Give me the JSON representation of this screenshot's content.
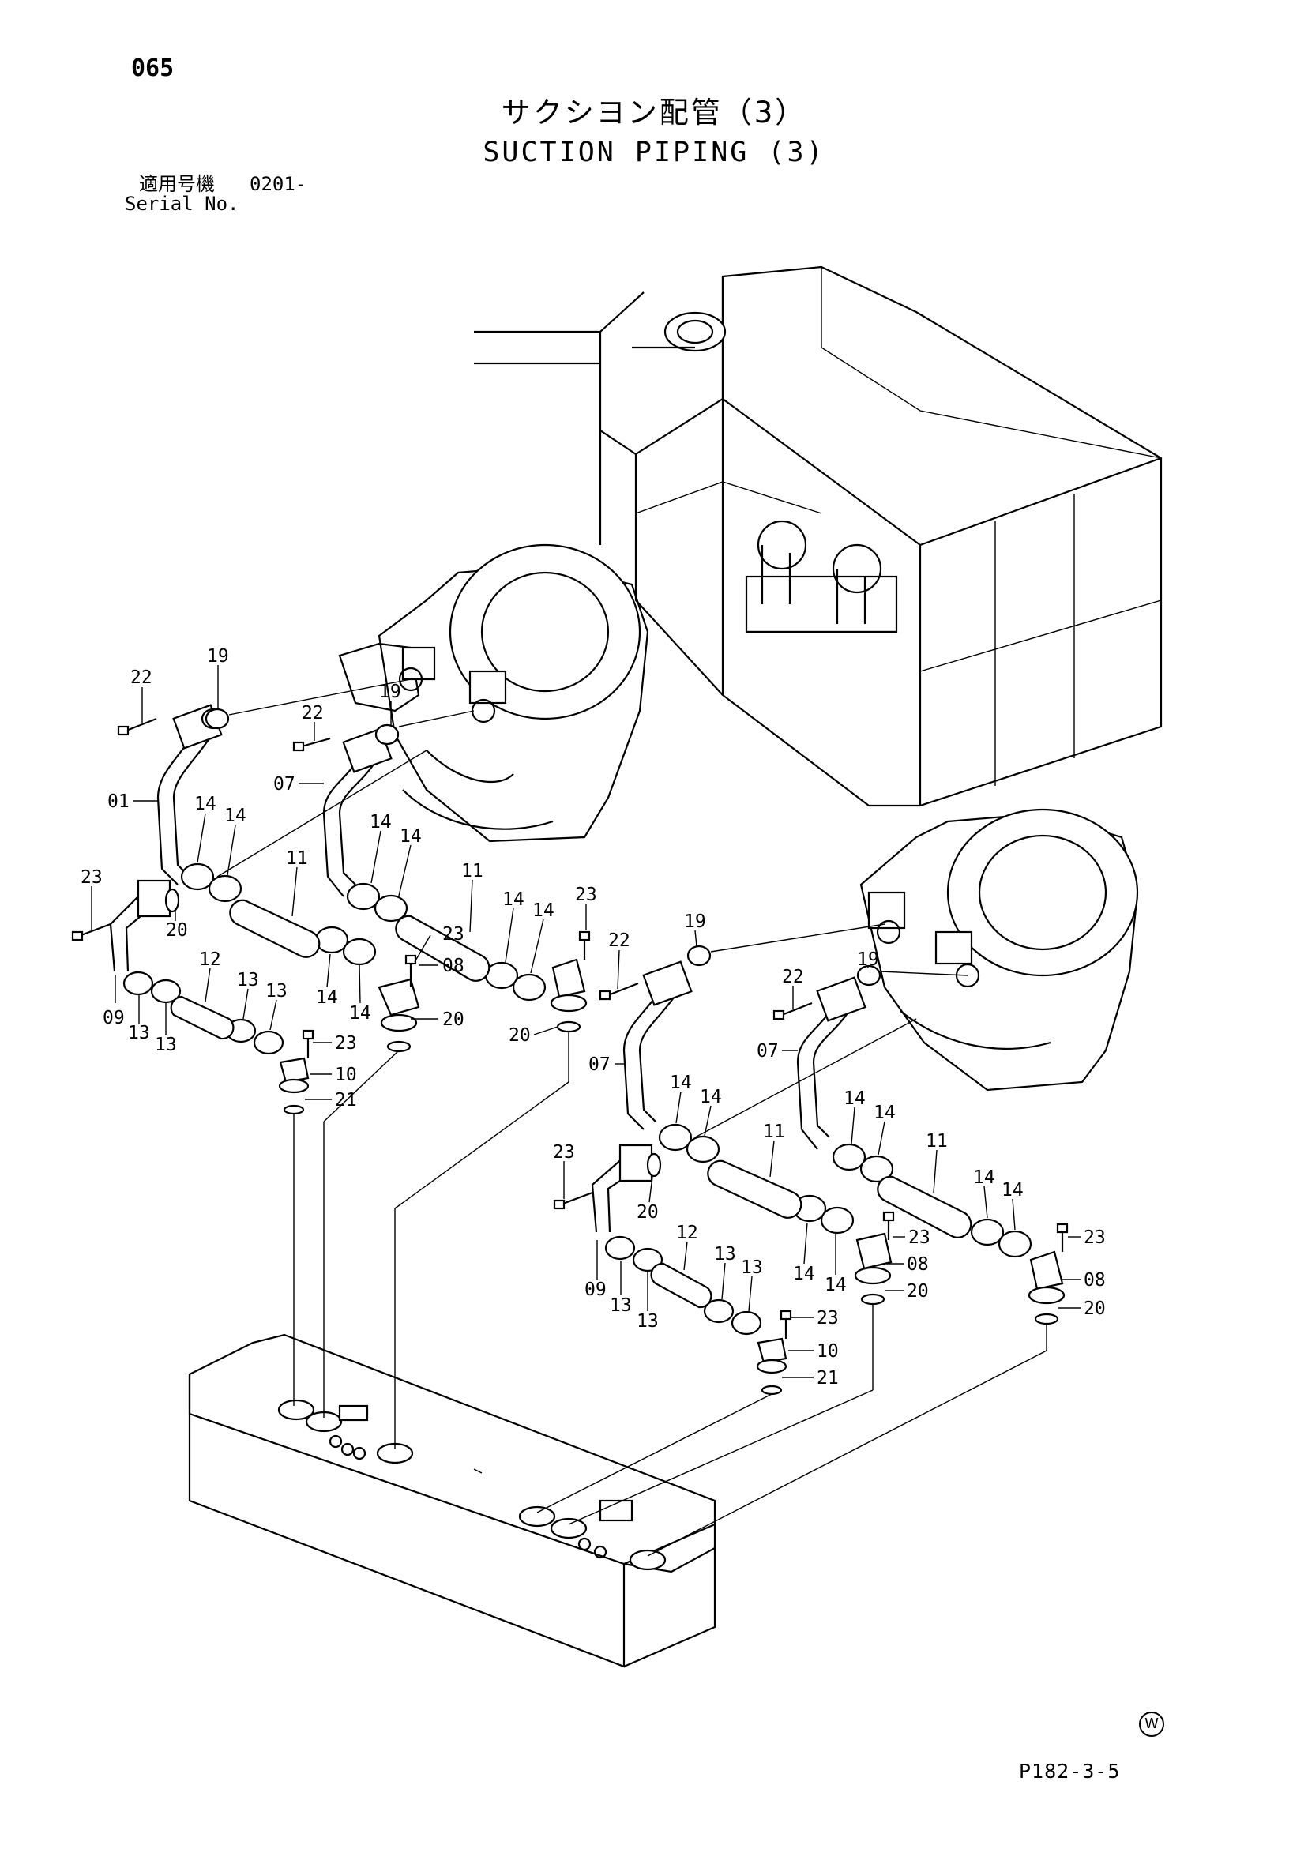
{
  "header": {
    "page_number": "065",
    "title_jp": "サクシヨン配管（3）",
    "title_en": "SUCTION PIPING (3)",
    "serial_label_jp": "適用号機",
    "serial_value": "0201-",
    "serial_label_en": "Serial No."
  },
  "footer": {
    "watermark_symbol": "W",
    "document_code": "P182-3-5"
  },
  "callouts": {
    "c01": "01",
    "c07": "07",
    "c08": "08",
    "c09": "09",
    "c10": "10",
    "c11": "11",
    "c12": "12",
    "c13": "13",
    "c14": "14",
    "c19": "19",
    "c20": "20",
    "c21": "21",
    "c22": "22",
    "c23": "23"
  }
}
